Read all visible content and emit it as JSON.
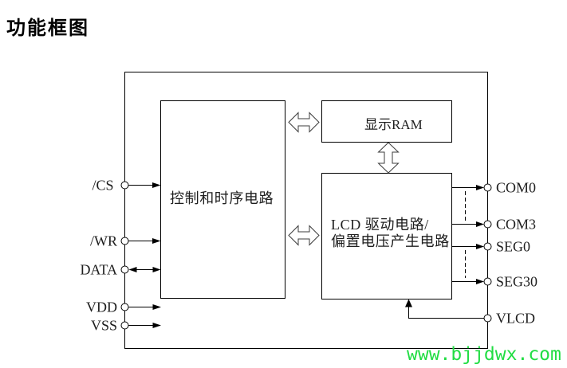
{
  "title": "功能框图",
  "diagram": {
    "blocks": {
      "control_timing": {
        "label": "控制和时序电路"
      },
      "display_ram": {
        "label": "显示RAM"
      },
      "lcd_driver_bias": {
        "label_lines": [
          "LCD 驱动电路/",
          "偏置电压产生电路"
        ]
      }
    },
    "left_pins": [
      {
        "label": "/CS",
        "direction": "input",
        "target": "control_timing"
      },
      {
        "label": "/WR",
        "direction": "input",
        "target": "control_timing"
      },
      {
        "label": "DATA",
        "direction": "bidirectional",
        "target": "control_timing"
      },
      {
        "label": "VDD",
        "direction": "input"
      },
      {
        "label": "VSS",
        "direction": "input"
      }
    ],
    "right_pins": [
      {
        "label": "COM0",
        "direction": "output",
        "source": "lcd_driver_bias"
      },
      {
        "label": "COM3",
        "direction": "output",
        "source": "lcd_driver_bias"
      },
      {
        "label": "SEG0",
        "direction": "output",
        "source": "lcd_driver_bias"
      },
      {
        "label": "SEG30",
        "direction": "output",
        "source": "lcd_driver_bias"
      },
      {
        "label": "VLCD",
        "direction": "input",
        "target": "lcd_driver_bias"
      }
    ],
    "omitted_ranges": [
      {
        "from": "COM0",
        "to": "COM3",
        "style": "dashed"
      },
      {
        "from": "SEG0",
        "to": "SEG30",
        "style": "dashed"
      }
    ],
    "buses": [
      {
        "between": [
          "control_timing",
          "display_ram"
        ],
        "direction": "bidirectional"
      },
      {
        "between": [
          "display_ram",
          "lcd_driver_bias"
        ],
        "direction": "bidirectional"
      },
      {
        "between": [
          "control_timing",
          "lcd_driver_bias"
        ],
        "direction": "bidirectional"
      }
    ]
  },
  "watermark": {
    "text": "www.bjjdwx.com"
  },
  "colors": {
    "background": "#ffffff",
    "line": "#000000",
    "text": "#1e1e1e",
    "title": "#000000",
    "bus_outline": "#3c3c3c",
    "watermark": "#22dd44"
  }
}
